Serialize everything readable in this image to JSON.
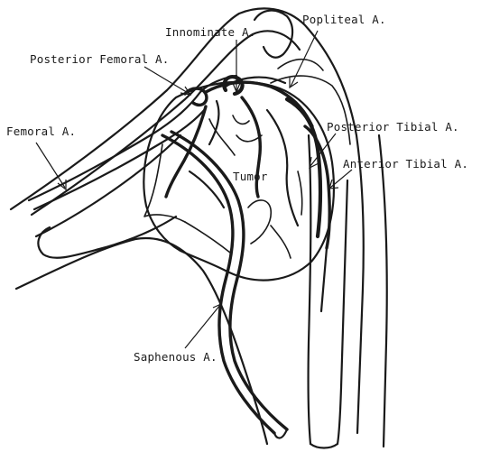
{
  "labels": {
    "innominate": "Innominate A.",
    "popliteal": "Popliteal A.",
    "posterior_femoral": "Posterior Femoral A.",
    "femoral": "Femoral A.",
    "posterior_tibial": "Posterior Tibial A.",
    "anterior_tibial": "Anterior Tibial A.",
    "tumor": "Tumor",
    "saphenous": "Saphenous A."
  }
}
